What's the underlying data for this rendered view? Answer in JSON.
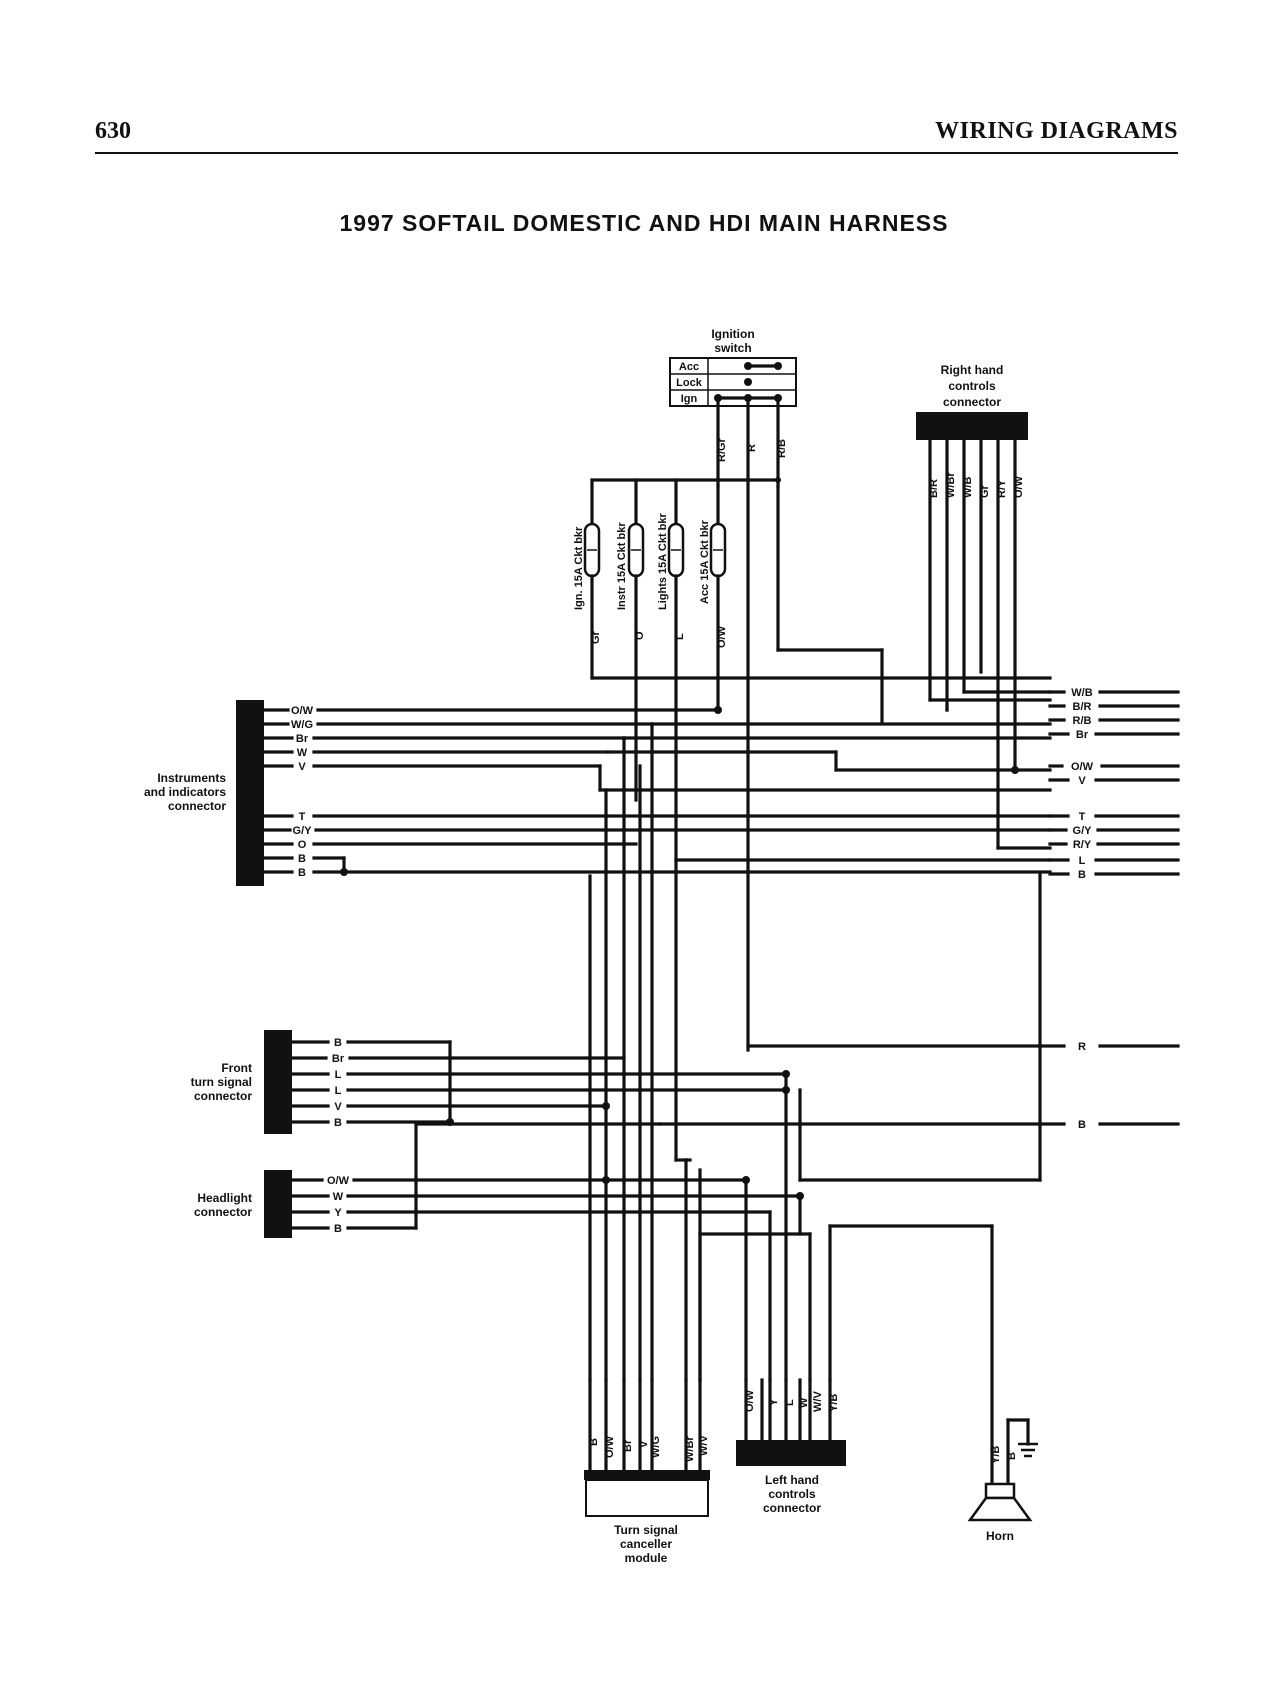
{
  "header": {
    "page_number": "630",
    "section_title": "WIRING DIAGRAMS"
  },
  "diagram": {
    "title": "1997 SOFTAIL DOMESTIC AND HDI MAIN HARNESS"
  },
  "ignition_switch": {
    "label_line1": "Ignition",
    "label_line2": "switch",
    "positions": [
      "Acc",
      "Lock",
      "Ign"
    ],
    "wires": [
      "R/Gr",
      "R",
      "R/B"
    ]
  },
  "circuit_breakers": [
    {
      "label": "Ign. 15A Ckt bkr",
      "wire": "Gr"
    },
    {
      "label": "Instr 15A Ckt bkr",
      "wire": "O"
    },
    {
      "label": "Lights 15A Ckt bkr",
      "wire": "L"
    },
    {
      "label": "Acc 15A Ckt bkr",
      "wire": "O/W"
    }
  ],
  "right_hand_controls": {
    "label_line1": "Right hand",
    "label_line2": "controls",
    "label_line3": "connector",
    "wires": [
      "B/R",
      "W/Br",
      "W/B",
      "Gr",
      "R/Y",
      "O/W"
    ]
  },
  "instruments_connector": {
    "label_line1": "Instruments",
    "label_line2": "and indicators",
    "label_line3": "connector",
    "wires": [
      "O/W",
      "W/G",
      "Br",
      "W",
      "V",
      "T",
      "G/Y",
      "O",
      "B",
      "B"
    ]
  },
  "right_edge_wires": [
    "W/B",
    "B/R",
    "R/B",
    "Br",
    "O/W",
    "V",
    "T",
    "G/Y",
    "R/Y",
    "L",
    "B",
    "R",
    "B"
  ],
  "front_turn_signal": {
    "label_line1": "Front",
    "label_line2": "turn signal",
    "label_line3": "connector",
    "wires": [
      "B",
      "Br",
      "L",
      "L",
      "V",
      "B"
    ]
  },
  "headlight": {
    "label_line1": "Headlight",
    "label_line2": "connector",
    "wires": [
      "O/W",
      "W",
      "Y",
      "B"
    ]
  },
  "turn_signal_module": {
    "label_line1": "Turn signal",
    "label_line2": "canceller",
    "label_line3": "module",
    "wires": [
      "B",
      "O/W",
      "Br",
      "V",
      "W/G",
      "W/Br",
      "W/V"
    ]
  },
  "left_hand_controls": {
    "label_line1": "Left hand",
    "label_line2": "controls",
    "label_line3": "connector",
    "wires": [
      "O/W",
      "Y",
      "L",
      "W",
      "W/V",
      "Y/B"
    ]
  },
  "horn": {
    "label": "Horn",
    "wires": [
      "Y/B",
      "B"
    ]
  },
  "colors": {
    "ink": "#111111",
    "paper": "#ffffff"
  }
}
